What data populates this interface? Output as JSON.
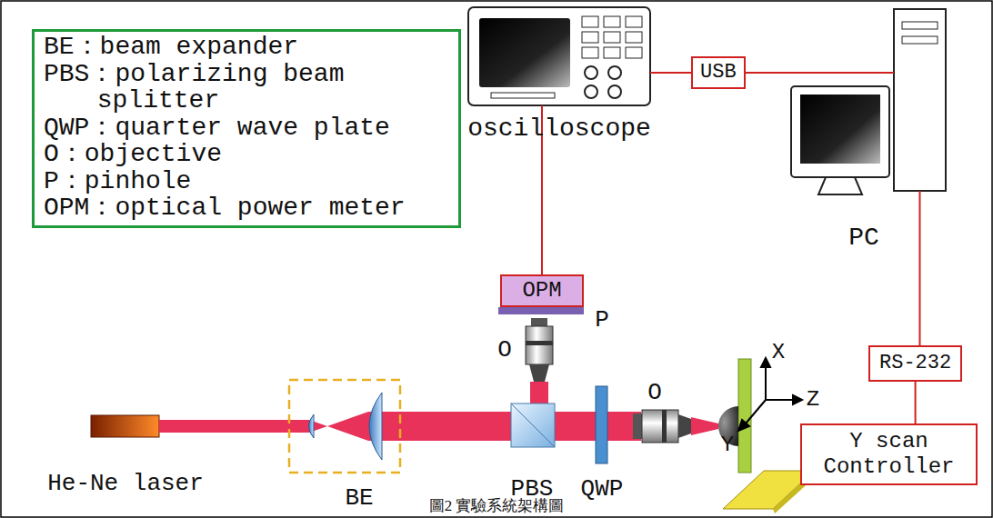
{
  "diagram": {
    "caption": "圖2 實驗系統架構圖",
    "nodes": [
      {
        "text": [
          "BE：beam expander",
          "PBS：polarizing beam splitter",
          "QWP：quarter wave plate",
          "O：objective",
          "P：pinhole",
          "OPM：optical power meter"
        ]
      },
      {
        "text": [
          "oscilloscope"
        ]
      },
      {
        "text": [
          "USB"
        ]
      },
      {
        "text": [
          "PC"
        ]
      },
      {
        "text": [
          "OPM"
        ]
      },
      {
        "text": [
          "RS-232"
        ]
      },
      {
        "text": [
          "Y scan Controller"
        ]
      }
    ],
    "edges": [
      {
        "from": 1,
        "to": 2,
        "arrow": "none"
      },
      {
        "from": 2,
        "to": 3,
        "arrow": "none"
      },
      {
        "from": 4,
        "to": 1,
        "arrow": "none"
      },
      {
        "from": 3,
        "to": 5,
        "arrow": "none"
      },
      {
        "from": 5,
        "to": 6,
        "arrow": "none"
      }
    ],
    "labels": [
      "He-Ne laser",
      "BE",
      "PBS",
      "QWP",
      "O",
      "P",
      "O",
      "X",
      "Z",
      "Y"
    ]
  }
}
